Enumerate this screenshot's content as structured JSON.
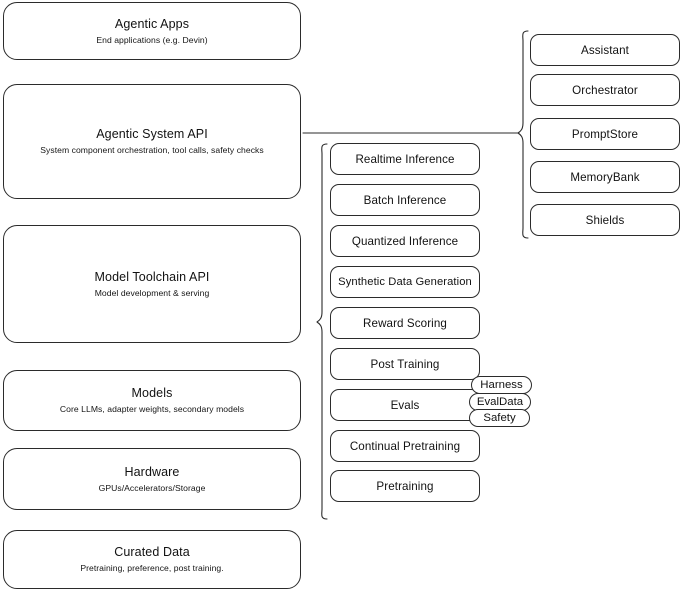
{
  "diagram": {
    "title": "AI Stack Architecture Diagram",
    "stroke_color": "#2b2b2b",
    "background_color": "#ffffff"
  },
  "layers": [
    {
      "name": "agentic-apps",
      "title": "Agentic Apps",
      "subtitle": "End applications (e.g. Devin)"
    },
    {
      "name": "agentic-system-api",
      "title": "Agentic System API",
      "subtitle": "System component orchestration, tool calls, safety checks"
    },
    {
      "name": "model-toolchain-api",
      "title": "Model Toolchain API",
      "subtitle": "Model development & serving"
    },
    {
      "name": "models",
      "title": "Models",
      "subtitle": "Core LLMs, adapter weights, secondary models"
    },
    {
      "name": "hardware",
      "title": "Hardware",
      "subtitle": "GPUs/Accelerators/Storage"
    },
    {
      "name": "curated-data",
      "title": "Curated Data",
      "subtitle": "Pretraining, preference, post training."
    }
  ],
  "toolchain_items": [
    {
      "name": "realtime-inference",
      "label": "Realtime Inference"
    },
    {
      "name": "batch-inference",
      "label": "Batch Inference"
    },
    {
      "name": "quantized-inference",
      "label": "Quantized Inference"
    },
    {
      "name": "synthetic-data-generation",
      "label": "Synthetic Data Generation"
    },
    {
      "name": "reward-scoring",
      "label": "Reward Scoring"
    },
    {
      "name": "post-training",
      "label": "Post Training"
    },
    {
      "name": "evals",
      "label": "Evals"
    },
    {
      "name": "continual-pretraining",
      "label": "Continual Pretraining"
    },
    {
      "name": "pretraining",
      "label": "Pretraining"
    }
  ],
  "evals_tags": [
    {
      "name": "harness",
      "label": "Harness"
    },
    {
      "name": "evaldata",
      "label": "EvalData"
    },
    {
      "name": "safety",
      "label": "Safety"
    }
  ],
  "system_items": [
    {
      "name": "assistant",
      "label": "Assistant"
    },
    {
      "name": "orchestrator",
      "label": "Orchestrator"
    },
    {
      "name": "promptstore",
      "label": "PromptStore"
    },
    {
      "name": "memorybank",
      "label": "MemoryBank"
    },
    {
      "name": "shields",
      "label": "Shields"
    }
  ]
}
